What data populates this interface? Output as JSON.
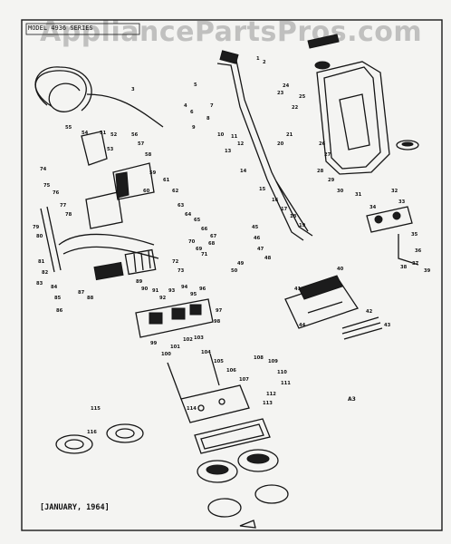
{
  "header": {
    "model_label": "MODEL 4936 SERIES"
  },
  "watermark": {
    "text": "AppliancePartsPros.com"
  },
  "footer": {
    "date": "[JANUARY, 1964]"
  },
  "ref_mark": {
    "text": "A3"
  },
  "callouts": [
    "1",
    "2",
    "3",
    "4",
    "5",
    "6",
    "7",
    "8",
    "9",
    "10",
    "11",
    "12",
    "13",
    "14",
    "15",
    "16",
    "17",
    "18",
    "19",
    "20",
    "21",
    "22",
    "23",
    "24",
    "25",
    "26",
    "27",
    "28",
    "29",
    "30",
    "31",
    "32",
    "33",
    "34",
    "35",
    "36",
    "37",
    "38",
    "39",
    "40",
    "41",
    "42",
    "43",
    "44",
    "45",
    "46",
    "47",
    "48",
    "49",
    "50",
    "51",
    "52",
    "53",
    "54",
    "55",
    "56",
    "57",
    "58",
    "59",
    "60",
    "61",
    "62",
    "63",
    "64",
    "65",
    "66",
    "67",
    "68",
    "69",
    "70",
    "71",
    "72",
    "73",
    "74",
    "75",
    "76",
    "77",
    "78",
    "79",
    "80",
    "81",
    "82",
    "83",
    "84",
    "85",
    "86",
    "87",
    "88",
    "89",
    "90",
    "91",
    "92",
    "93",
    "94",
    "95",
    "96",
    "97",
    "98",
    "99",
    "100",
    "101",
    "102",
    "103",
    "104",
    "105",
    "106",
    "107",
    "108",
    "109",
    "110",
    "111",
    "112",
    "113",
    "114",
    "115",
    "116"
  ]
}
